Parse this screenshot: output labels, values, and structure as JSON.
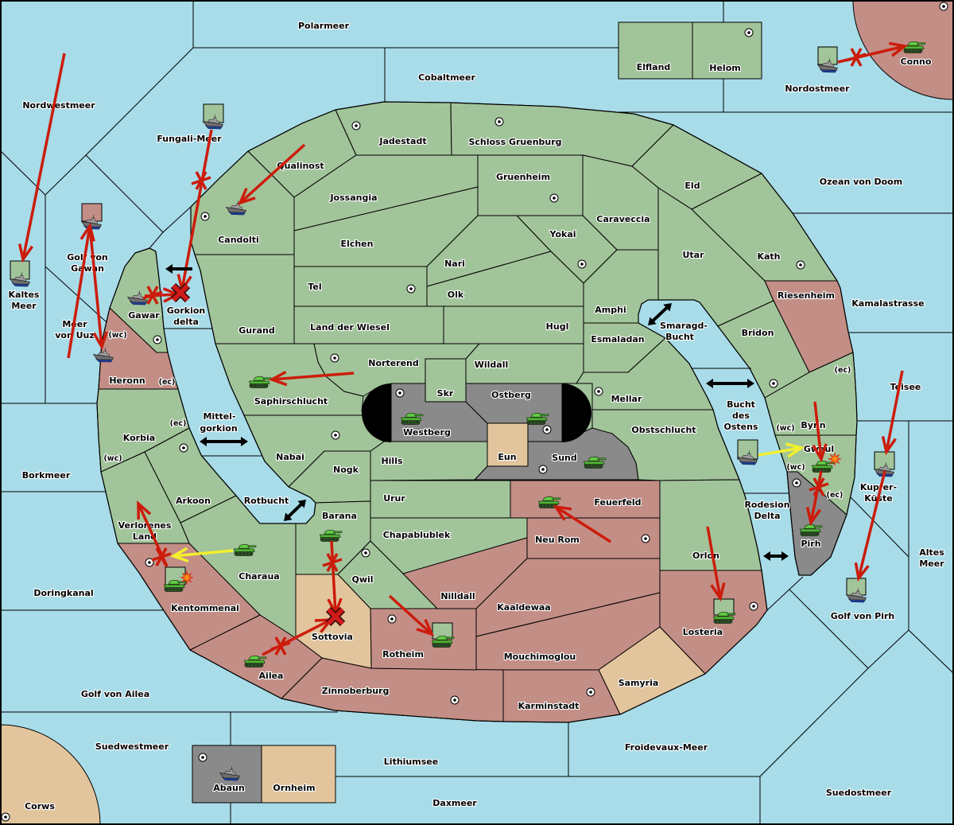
{
  "colors": {
    "sea": "#a8dce9",
    "green": "#a2c49a",
    "red": "#c38e86",
    "tan": "#e2c59d",
    "grey": "#8a8a8a",
    "impassable": "#000000",
    "order_red": "#cc1c0c",
    "order_yellow": "#f2ef2e",
    "passage": "#000000",
    "supply_center": "#ffffff"
  },
  "seas": [
    {
      "name": "Polarmeer",
      "lines": [
        "Polarmeer"
      ]
    },
    {
      "name": "Cobaltmeer",
      "lines": [
        "Cobaltmeer"
      ]
    },
    {
      "name": "Nordwestmeer",
      "lines": [
        "Nordwestmeer"
      ]
    },
    {
      "name": "Fungali-Meer",
      "lines": [
        "Fungali-Meer"
      ]
    },
    {
      "name": "Nordostmeer",
      "lines": [
        "Nordostmeer"
      ]
    },
    {
      "name": "Ozean von Doom",
      "lines": [
        "Ozean von Doom"
      ]
    },
    {
      "name": "Kaltes Meer",
      "lines": [
        "Kaltes",
        "Meer"
      ]
    },
    {
      "name": "Golf von Gawan",
      "lines": [
        "Golf von",
        "Gawan"
      ]
    },
    {
      "name": "Meer von Uuz",
      "lines": [
        "Meer",
        "von Uuz"
      ]
    },
    {
      "name": "Gorkion delta",
      "lines": [
        "Gorkion",
        "delta"
      ]
    },
    {
      "name": "Kamalastrasse",
      "lines": [
        "Kamalastrasse"
      ]
    },
    {
      "name": "Teisee",
      "lines": [
        "Teisee"
      ]
    },
    {
      "name": "Smaragd-Bucht",
      "lines": [
        "Smaragd-",
        "Bucht"
      ]
    },
    {
      "name": "Bucht des Ostens",
      "lines": [
        "Bucht",
        "des",
        "Ostens"
      ]
    },
    {
      "name": "Mittelgorkion",
      "lines": [
        "Mittel-",
        "gorkion"
      ]
    },
    {
      "name": "Rotbucht",
      "lines": [
        "Rotbucht"
      ]
    },
    {
      "name": "Borkmeer",
      "lines": [
        "Borkmeer"
      ]
    },
    {
      "name": "Doringkanal",
      "lines": [
        "Doringkanal"
      ]
    },
    {
      "name": "Golf von Ailea",
      "lines": [
        "Golf von Ailea"
      ]
    },
    {
      "name": "Rodesion Delta",
      "lines": [
        "Rodesion",
        "Delta"
      ]
    },
    {
      "name": "Kupfer-Küste",
      "lines": [
        "Kupfer-",
        "Küste"
      ]
    },
    {
      "name": "Altes Meer",
      "lines": [
        "Altes",
        "Meer"
      ]
    },
    {
      "name": "Golf von Pirh",
      "lines": [
        "Golf von Pirh"
      ]
    },
    {
      "name": "Froidevaux-Meer",
      "lines": [
        "Froidevaux-Meer"
      ]
    },
    {
      "name": "Suedwestmeer",
      "lines": [
        "Suedwestmeer"
      ]
    },
    {
      "name": "Lithiumsee",
      "lines": [
        "Lithiumsee"
      ]
    },
    {
      "name": "Daxmeer",
      "lines": [
        "Daxmeer"
      ]
    },
    {
      "name": "Suedostmeer",
      "lines": [
        "Suedostmeer"
      ]
    }
  ],
  "territories": [
    {
      "name": "Candolti",
      "lines": [
        "Candolti"
      ],
      "color": "green",
      "supply_center": true
    },
    {
      "name": "Qualinost",
      "lines": [
        "Qualinost"
      ],
      "color": "green",
      "supply_center": false
    },
    {
      "name": "Jadestadt",
      "lines": [
        "Jadestadt"
      ],
      "color": "green",
      "supply_center": true
    },
    {
      "name": "Schloss Gruenburg",
      "lines": [
        "Schloss Gruenburg"
      ],
      "color": "green",
      "supply_center": true
    },
    {
      "name": "Jossangia",
      "lines": [
        "Jossangia"
      ],
      "color": "green",
      "supply_center": false
    },
    {
      "name": "Elchen",
      "lines": [
        "Elchen"
      ],
      "color": "green",
      "supply_center": false
    },
    {
      "name": "Gruenheim",
      "lines": [
        "Gruenheim"
      ],
      "color": "green",
      "supply_center": true
    },
    {
      "name": "Eld",
      "lines": [
        "Eld"
      ],
      "color": "green",
      "supply_center": false
    },
    {
      "name": "Caraveccia",
      "lines": [
        "Caraveccia"
      ],
      "color": "green",
      "supply_center": false
    },
    {
      "name": "Yokai",
      "lines": [
        "Yokai"
      ],
      "color": "green",
      "supply_center": true
    },
    {
      "name": "Nari",
      "lines": [
        "Nari"
      ],
      "color": "green",
      "supply_center": false
    },
    {
      "name": "Olk",
      "lines": [
        "Olk"
      ],
      "color": "green",
      "supply_center": false
    },
    {
      "name": "Tel",
      "lines": [
        "Tel"
      ],
      "color": "green",
      "supply_center": true
    },
    {
      "name": "Utar",
      "lines": [
        "Utar"
      ],
      "color": "green",
      "supply_center": false
    },
    {
      "name": "Kath",
      "lines": [
        "Kath"
      ],
      "color": "green",
      "supply_center": true
    },
    {
      "name": "Riesenheim",
      "lines": [
        "Riesenheim"
      ],
      "color": "red",
      "supply_center": false
    },
    {
      "name": "Bridon",
      "lines": [
        "Bridon"
      ],
      "color": "green",
      "supply_center": true
    },
    {
      "name": "Bynn",
      "lines": [
        "Bynn"
      ],
      "color": "green",
      "supply_center": false
    },
    {
      "name": "Gwaul",
      "lines": [
        "Gwaul"
      ],
      "color": "green",
      "supply_center": false
    },
    {
      "name": "Pirh",
      "lines": [
        "Pirh"
      ],
      "color": "grey",
      "supply_center": true
    },
    {
      "name": "Amphi",
      "lines": [
        "Amphi"
      ],
      "color": "green",
      "supply_center": false
    },
    {
      "name": "Esmaladan",
      "lines": [
        "Esmaladan"
      ],
      "color": "green",
      "supply_center": false
    },
    {
      "name": "Hugl",
      "lines": [
        "Hugl"
      ],
      "color": "green",
      "supply_center": false
    },
    {
      "name": "Land der Wiesel",
      "lines": [
        "Land der Wiesel"
      ],
      "color": "green",
      "supply_center": false
    },
    {
      "name": "Gurand",
      "lines": [
        "Gurand"
      ],
      "color": "green",
      "supply_center": false
    },
    {
      "name": "Saphirschlucht",
      "lines": [
        "Saphirschlucht"
      ],
      "color": "green",
      "supply_center": false
    },
    {
      "name": "Norterend",
      "lines": [
        "Norterend"
      ],
      "color": "green",
      "supply_center": true
    },
    {
      "name": "Wildall",
      "lines": [
        "Wildall"
      ],
      "color": "green",
      "supply_center": false
    },
    {
      "name": "Skr",
      "lines": [
        "Skr"
      ],
      "color": "green",
      "supply_center": false
    },
    {
      "name": "Westberg",
      "lines": [
        "Westberg"
      ],
      "color": "grey",
      "supply_center": true
    },
    {
      "name": "Ostberg",
      "lines": [
        "Ostberg"
      ],
      "color": "grey",
      "supply_center": true
    },
    {
      "name": "Eun",
      "lines": [
        "Eun"
      ],
      "color": "tan",
      "supply_center": false
    },
    {
      "name": "Mellar",
      "lines": [
        "Mellar"
      ],
      "color": "green",
      "supply_center": true
    },
    {
      "name": "Obstschlucht",
      "lines": [
        "Obstschlucht"
      ],
      "color": "green",
      "supply_center": false
    },
    {
      "name": "Sund",
      "lines": [
        "Sund"
      ],
      "color": "grey",
      "supply_center": true
    },
    {
      "name": "Hills",
      "lines": [
        "Hills"
      ],
      "color": "green",
      "supply_center": false
    },
    {
      "name": "Nabai",
      "lines": [
        "Nabai"
      ],
      "color": "green",
      "supply_center": true
    },
    {
      "name": "Nogk",
      "lines": [
        "Nogk"
      ],
      "color": "green",
      "supply_center": false
    },
    {
      "name": "Barana",
      "lines": [
        "Barana"
      ],
      "color": "green",
      "supply_center": false
    },
    {
      "name": "Urur",
      "lines": [
        "Urur"
      ],
      "color": "green",
      "supply_center": false
    },
    {
      "name": "Chapablublek",
      "lines": [
        "Chapablublek"
      ],
      "color": "green",
      "supply_center": false
    },
    {
      "name": "Qwil",
      "lines": [
        "Qwil"
      ],
      "color": "green",
      "supply_center": true
    },
    {
      "name": "Feuerfeld",
      "lines": [
        "Feuerfeld"
      ],
      "color": "red",
      "supply_center": false
    },
    {
      "name": "Neu Rom",
      "lines": [
        "Neu Rom"
      ],
      "color": "red",
      "supply_center": true
    },
    {
      "name": "Nilldall",
      "lines": [
        "Nilldall"
      ],
      "color": "red",
      "supply_center": false
    },
    {
      "name": "Kaaldewaa",
      "lines": [
        "Kaaldewaa"
      ],
      "color": "red",
      "supply_center": false
    },
    {
      "name": "Orlon",
      "lines": [
        "Orlon"
      ],
      "color": "green",
      "supply_center": false
    },
    {
      "name": "Losteria",
      "lines": [
        "Losteria"
      ],
      "color": "red",
      "supply_center": true
    },
    {
      "name": "Mouchimoglou",
      "lines": [
        "Mouchimoglou"
      ],
      "color": "red",
      "supply_center": false
    },
    {
      "name": "Samyria",
      "lines": [
        "Samyria"
      ],
      "color": "tan",
      "supply_center": false
    },
    {
      "name": "Karminstadt",
      "lines": [
        "Karminstadt"
      ],
      "color": "red",
      "supply_center": true
    },
    {
      "name": "Zinnoberburg",
      "lines": [
        "Zinnoberburg"
      ],
      "color": "red",
      "supply_center": true
    },
    {
      "name": "Rotheim",
      "lines": [
        "Rotheim"
      ],
      "color": "red",
      "supply_center": true
    },
    {
      "name": "Sottovia",
      "lines": [
        "Sottovia"
      ],
      "color": "tan",
      "supply_center": false
    },
    {
      "name": "Charaua",
      "lines": [
        "Charaua"
      ],
      "color": "green",
      "supply_center": false
    },
    {
      "name": "Ailea",
      "lines": [
        "Ailea"
      ],
      "color": "red",
      "supply_center": false
    },
    {
      "name": "Kentommenai",
      "lines": [
        "Kentommenai"
      ],
      "color": "red",
      "supply_center": true
    },
    {
      "name": "Verlorenes Land",
      "lines": [
        "Verlorenes",
        "Land"
      ],
      "color": "green",
      "supply_center": false
    },
    {
      "name": "Arkoon",
      "lines": [
        "Arkoon"
      ],
      "color": "green",
      "supply_center": true
    },
    {
      "name": "Korbia",
      "lines": [
        "Korbia"
      ],
      "color": "green",
      "supply_center": false
    },
    {
      "name": "Heronn",
      "lines": [
        "Heronn"
      ],
      "color": "red",
      "supply_center": false
    },
    {
      "name": "Gawar",
      "lines": [
        "Gawar"
      ],
      "color": "green",
      "supply_center": true
    },
    {
      "name": "Elfland",
      "lines": [
        "Elfland"
      ],
      "color": "green",
      "supply_center": false
    },
    {
      "name": "Helom",
      "lines": [
        "Helom"
      ],
      "color": "green",
      "supply_center": true
    },
    {
      "name": "Conno",
      "lines": [
        "Conno"
      ],
      "color": "red",
      "supply_center": true
    },
    {
      "name": "Abaun",
      "lines": [
        "Abaun"
      ],
      "color": "grey",
      "supply_center": true
    },
    {
      "name": "Ornheim",
      "lines": [
        "Ornheim"
      ],
      "color": "tan",
      "supply_center": false
    },
    {
      "name": "Corws",
      "lines": [
        "Corws"
      ],
      "color": "tan",
      "supply_center": true
    }
  ],
  "coast_labels": [
    {
      "territory": "Heronn",
      "text": "(wc)"
    },
    {
      "territory": "Heronn",
      "text": "(ec)"
    },
    {
      "territory": "Korbia",
      "text": "(ec)"
    },
    {
      "territory": "Korbia",
      "text": "(wc)"
    },
    {
      "territory": "Bynn",
      "text": "(ec)"
    },
    {
      "territory": "Bynn",
      "text": "(wc)"
    },
    {
      "territory": "Gwaul",
      "text": "(wc)"
    },
    {
      "territory": "Gwaul",
      "text": "(ec)"
    }
  ],
  "units": [
    {
      "type": "fleet",
      "location": "Kaltes Meer",
      "origin_marker": "green"
    },
    {
      "type": "fleet",
      "location": "Golf von Gawan",
      "origin_marker": "red"
    },
    {
      "type": "fleet",
      "location": "Fungali-Meer",
      "origin_marker": "green"
    },
    {
      "type": "fleet",
      "location": "Candolti",
      "origin_marker": null
    },
    {
      "type": "fleet",
      "location": "Gawar",
      "origin_marker": null
    },
    {
      "type": "fleet",
      "location": "Heronn (wc)",
      "origin_marker": null
    },
    {
      "type": "army",
      "location": "Saphirschlucht",
      "origin_marker": null
    },
    {
      "type": "army",
      "location": "Westberg",
      "origin_marker": null
    },
    {
      "type": "army",
      "location": "Ostberg",
      "origin_marker": null
    },
    {
      "type": "army",
      "location": "Sund",
      "origin_marker": null
    },
    {
      "type": "army",
      "location": "Feuerfeld",
      "origin_marker": null
    },
    {
      "type": "army",
      "location": "Barana",
      "origin_marker": null
    },
    {
      "type": "army",
      "location": "Charaua",
      "origin_marker": null
    },
    {
      "type": "army",
      "location": "Kentommenai",
      "origin_marker": "green"
    },
    {
      "type": "army",
      "location": "Ailea",
      "origin_marker": null
    },
    {
      "type": "army",
      "location": "Rotheim",
      "origin_marker": "green"
    },
    {
      "type": "army",
      "location": "Losteria",
      "origin_marker": "green"
    },
    {
      "type": "army",
      "location": "Gwaul",
      "origin_marker": null
    },
    {
      "type": "army",
      "location": "Pirh",
      "origin_marker": null
    },
    {
      "type": "fleet",
      "location": "Bucht des Ostens",
      "origin_marker": "green"
    },
    {
      "type": "fleet",
      "location": "Kupfer-Küste",
      "origin_marker": "green"
    },
    {
      "type": "fleet",
      "location": "Golf von Pirh",
      "origin_marker": "green"
    },
    {
      "type": "fleet",
      "location": "Nordostmeer",
      "origin_marker": "green"
    },
    {
      "type": "army",
      "location": "Conno",
      "origin_marker": null
    },
    {
      "type": "fleet",
      "location": "Abaun",
      "origin_marker": null
    }
  ],
  "orders": [
    {
      "from": "Nordwestmeer",
      "to": "Kaltes Meer",
      "color": "red",
      "cut": false
    },
    {
      "from": "Meer von Uuz",
      "to": "Golf von Gawan",
      "color": "red",
      "cut": false
    },
    {
      "from": "Golf von Gawan",
      "to": "Heronn (wc)",
      "color": "red",
      "cut": false
    },
    {
      "from": "Fungali-Meer",
      "to": "Gorkion delta",
      "color": "red",
      "cut": true
    },
    {
      "from": "Gawar",
      "to": "Gorkion delta",
      "color": "red",
      "cut": true
    },
    {
      "from": "Qualinost",
      "to": "Candolti",
      "color": "red",
      "cut": false
    },
    {
      "from": "Norterend",
      "to": "Saphirschlucht",
      "color": "red",
      "cut": false
    },
    {
      "from": "Neu Rom",
      "to": "Feuerfeld",
      "color": "red",
      "cut": false
    },
    {
      "from": "Qwil",
      "to": "Rotheim",
      "color": "red",
      "cut": false
    },
    {
      "from": "Orlon",
      "to": "Losteria",
      "color": "red",
      "cut": false
    },
    {
      "from": "Barana",
      "to": "Sottovia",
      "color": "red",
      "cut": true
    },
    {
      "from": "Ailea",
      "to": "Sottovia",
      "color": "red",
      "cut": true
    },
    {
      "from": "Kentommenai",
      "to": "Verlorenes Land",
      "color": "red",
      "cut": true
    },
    {
      "from": "Charaua",
      "to": "Kentommenai",
      "color": "yellow",
      "cut": false
    },
    {
      "from": "Bucht des Ostens",
      "to": "Gwaul",
      "color": "yellow",
      "cut": false
    },
    {
      "from": "Bynn",
      "to": "Gwaul",
      "color": "red",
      "cut": false
    },
    {
      "from": "Gwaul",
      "to": "Pirh",
      "color": "red",
      "cut": true
    },
    {
      "from": "Teisee",
      "to": "Kupfer-Küste",
      "color": "red",
      "cut": false
    },
    {
      "from": "Kupfer-Küste",
      "to": "Golf von Pirh",
      "color": "red",
      "cut": false
    },
    {
      "from": "Nordostmeer",
      "to": "Conno",
      "color": "red",
      "cut": true
    }
  ],
  "passages": [
    {
      "location": "Gorkion delta",
      "direction": "one-way"
    },
    {
      "location": "Mittelgorkion",
      "direction": "two-way"
    },
    {
      "location": "Rotbucht",
      "direction": "two-way"
    },
    {
      "location": "Smaragd-Bucht",
      "direction": "two-way"
    },
    {
      "location": "Bucht des Ostens",
      "direction": "two-way"
    },
    {
      "location": "Rodesion Delta",
      "direction": "two-way"
    }
  ],
  "markers": [
    {
      "type": "destroyed",
      "location": "Gorkion delta"
    },
    {
      "type": "destroyed",
      "location": "Sottovia"
    },
    {
      "type": "explosion",
      "location": "Kentommenai"
    },
    {
      "type": "explosion",
      "location": "Gwaul"
    }
  ]
}
